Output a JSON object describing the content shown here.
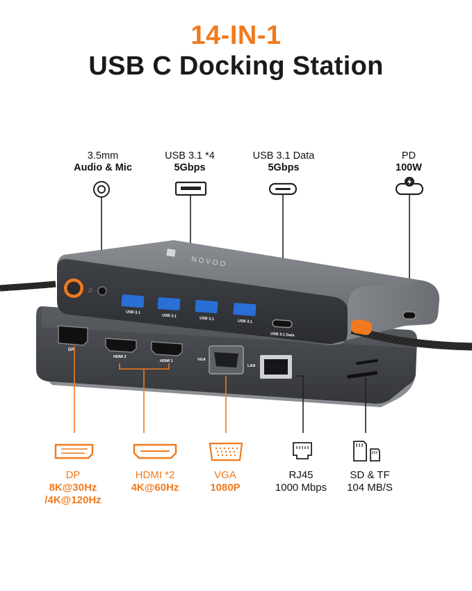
{
  "header": {
    "line1": "14-IN-1",
    "line2": "USB C Docking Station"
  },
  "top_ports": [
    {
      "line1": "3.5mm",
      "line2": "Audio & Mic",
      "icon": "audio-jack-icon"
    },
    {
      "line1": "USB 3.1 *4",
      "line2": "5Gbps",
      "icon": "usb-a-icon"
    },
    {
      "line1": "USB 3.1 Data",
      "line2": "5Gbps",
      "icon": "usb-c-icon"
    },
    {
      "line1": "PD",
      "line2": "100W",
      "icon": "pd-charge-icon"
    }
  ],
  "bottom_ports": [
    {
      "line1": "DP",
      "line2": "8K@30Hz",
      "line3": "/4K@120Hz",
      "icon": "displayport-icon"
    },
    {
      "line1": "HDMI *2",
      "line2": "4K@60Hz",
      "icon": "hdmi-icon"
    },
    {
      "line1": "VGA",
      "line2": "1080P",
      "icon": "vga-icon"
    },
    {
      "line1": "RJ45",
      "line2": "1000 Mbps",
      "icon": "ethernet-icon"
    },
    {
      "line1": "SD & TF",
      "line2": "104 MB/S",
      "icon": "sd-card-icon"
    }
  ],
  "device": {
    "brand": "NOVOO",
    "usb_labels": [
      "USB 3.1",
      "USB 3.1",
      "USB 3.1",
      "USB 3.1"
    ],
    "usbc_label": "USB 3.1 Data",
    "dp_label": "DP",
    "hdmi2_label": "HDMI 2",
    "hdmi1_label": "HDMI 1",
    "vga_label": "VGA",
    "lan_label": "LAN"
  },
  "colors": {
    "accent": "#f07a1d",
    "device_top": "#5b5e63",
    "device_bottom": "#3e4045",
    "text": "#1a1a1a"
  }
}
